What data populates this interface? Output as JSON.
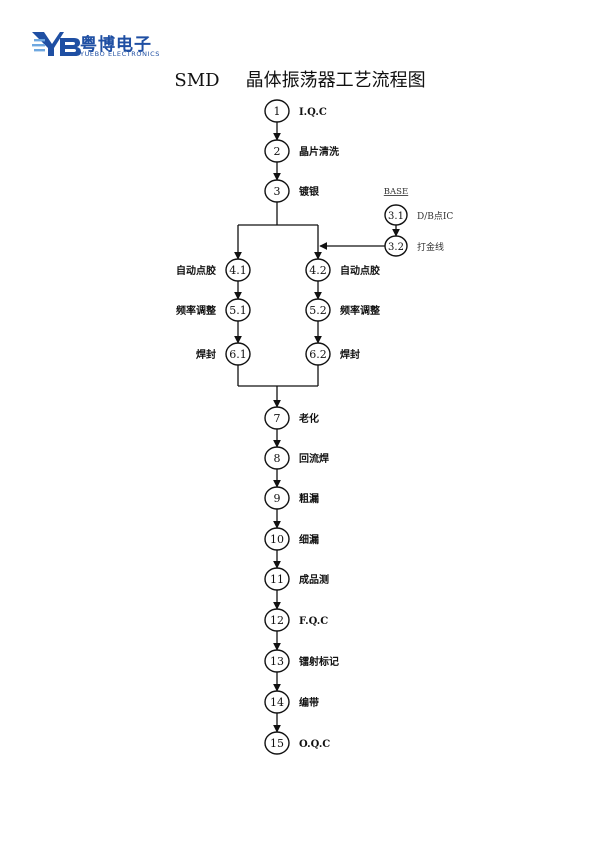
{
  "header": {
    "company_name": "粤博电子",
    "company_name_en": "YUEBO ELECTRONICS",
    "logo_mark": "YB"
  },
  "title": {
    "code": "SMD",
    "name": "晶体振荡器工艺流程图"
  },
  "base_label": "BASE",
  "steps": [
    {
      "id": "1",
      "label": "I.Q.C"
    },
    {
      "id": "2",
      "label": "晶片清洗"
    },
    {
      "id": "3",
      "label": "镀银"
    },
    {
      "id": "3.1",
      "label": "D/B点IC"
    },
    {
      "id": "3.2",
      "label": "打金线"
    },
    {
      "id": "4.1",
      "label": "自动点胶"
    },
    {
      "id": "4.2",
      "label": "自动点胶"
    },
    {
      "id": "5.1",
      "label": "频率调整"
    },
    {
      "id": "5.2",
      "label": "频率调整"
    },
    {
      "id": "6.1",
      "label": "焊封"
    },
    {
      "id": "6.2",
      "label": "焊封"
    },
    {
      "id": "7",
      "label": "老化"
    },
    {
      "id": "8",
      "label": "回流焊"
    },
    {
      "id": "9",
      "label": "粗漏"
    },
    {
      "id": "10",
      "label": "细漏"
    },
    {
      "id": "11",
      "label": "成品测"
    },
    {
      "id": "12",
      "label": "F.Q.C"
    },
    {
      "id": "13",
      "label": "镭射标记"
    },
    {
      "id": "14",
      "label": "编带"
    },
    {
      "id": "15",
      "label": "O.Q.C"
    }
  ],
  "colors": {
    "line": "#111111",
    "logo_blue": "#1f4fa3"
  }
}
